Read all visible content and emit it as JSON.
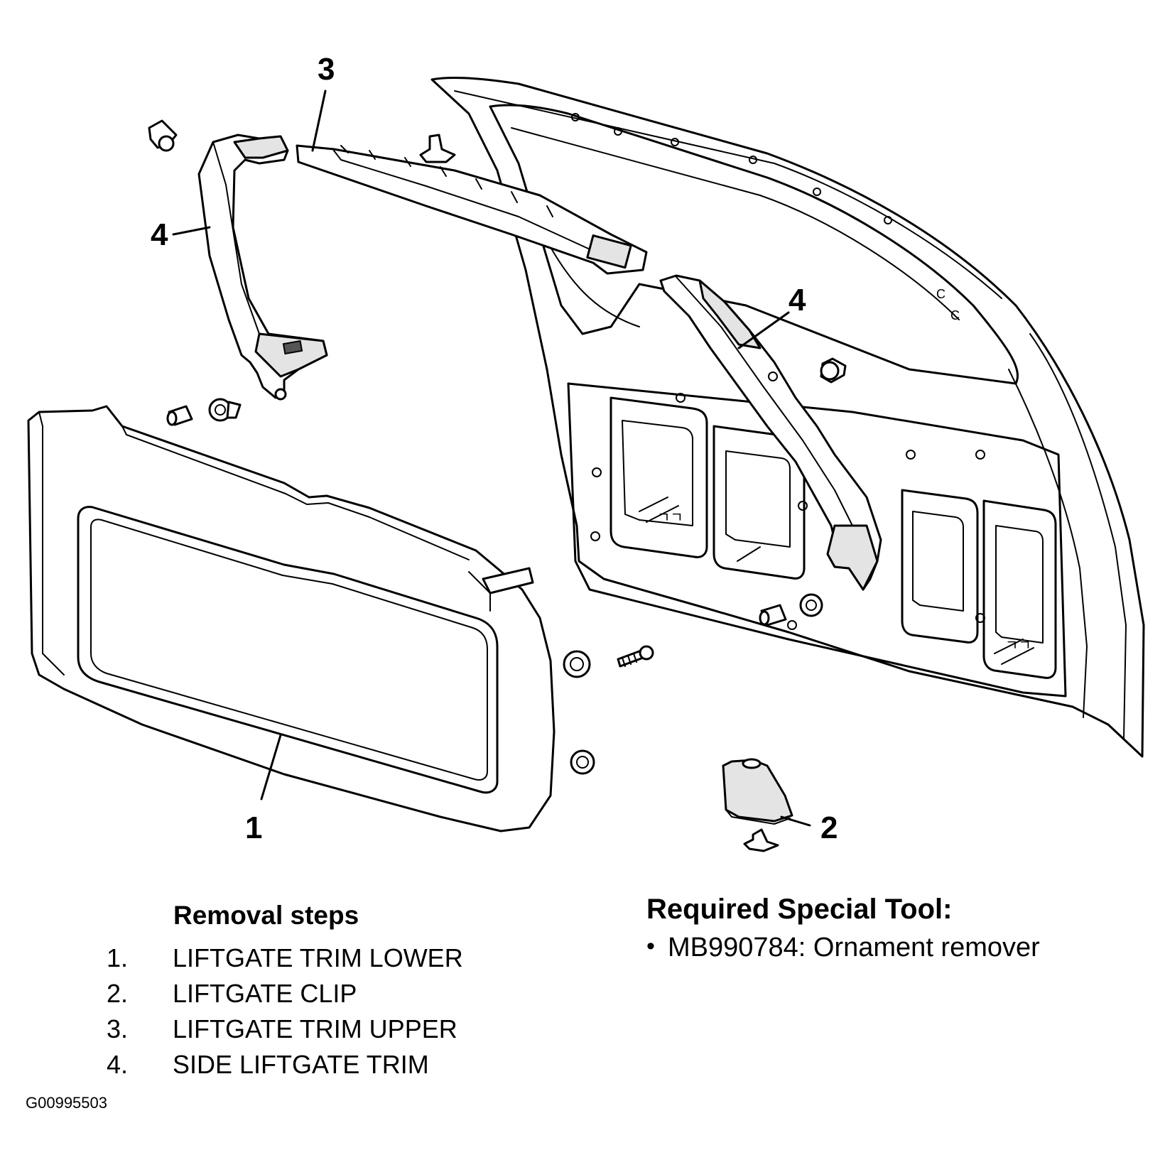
{
  "callouts": {
    "c1": "1",
    "c2": "2",
    "c3": "3",
    "c4_left": "4",
    "c4_right": "4"
  },
  "removal": {
    "title": "Removal steps",
    "steps": [
      {
        "num": "1.",
        "label": "LIFTGATE TRIM LOWER"
      },
      {
        "num": "2.",
        "label": "LIFTGATE CLIP"
      },
      {
        "num": "3.",
        "label": "LIFTGATE TRIM UPPER"
      },
      {
        "num": "4.",
        "label": "SIDE LIFTGATE TRIM"
      }
    ]
  },
  "tool": {
    "title": "Required Special Tool:",
    "bullet": "•",
    "item": "MB990784: Ornament remover"
  },
  "figure_code": "G00995503"
}
